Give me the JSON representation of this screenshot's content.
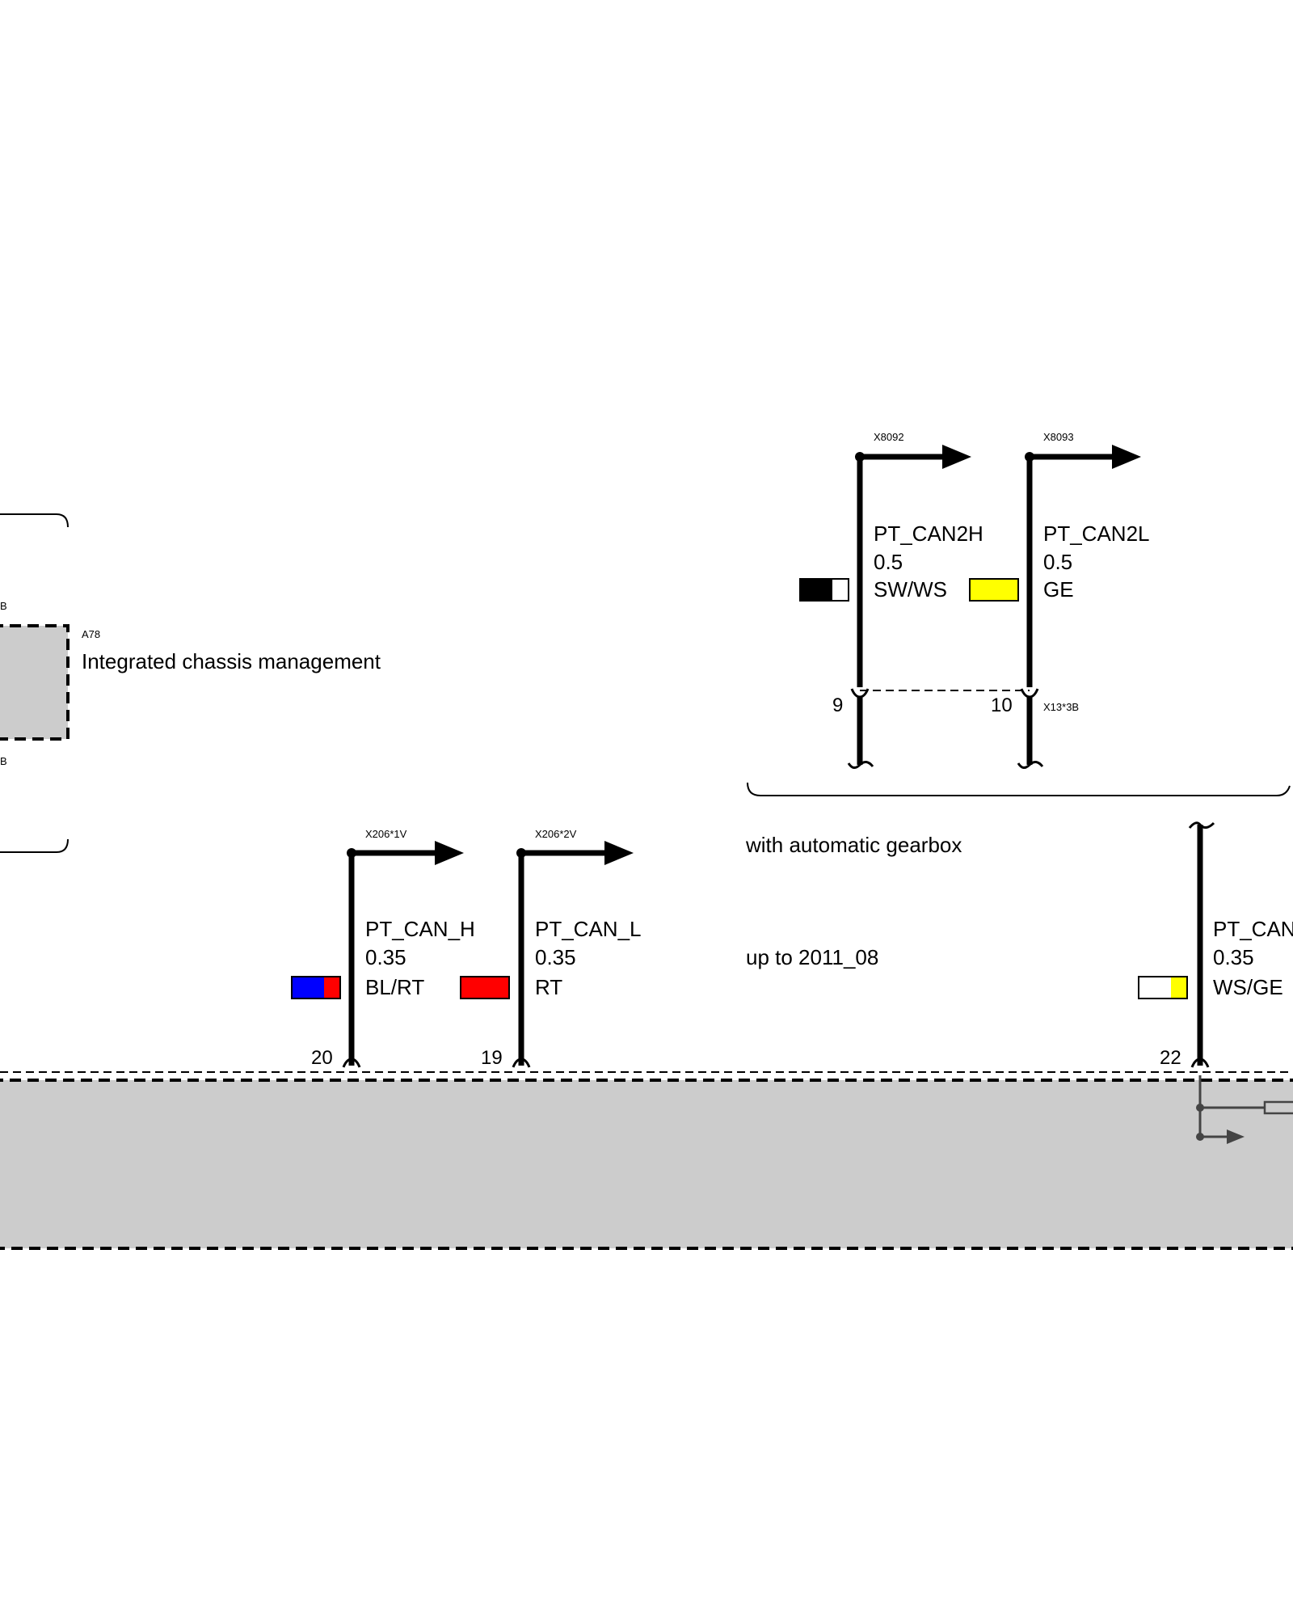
{
  "module": {
    "id": "A78",
    "name": "Integrated chassis management",
    "cut_label_top": "B",
    "cut_label_bottom": "B"
  },
  "connector_x13": "X13*3B",
  "wires": {
    "can2h": {
      "connector": "X8092",
      "signal": "PT_CAN2H",
      "size": "0.5",
      "color": "SW/WS",
      "pin": "9",
      "swatch": [
        "#000000",
        "#ffffff"
      ]
    },
    "can2l": {
      "connector": "X8093",
      "signal": "PT_CAN2L",
      "size": "0.5",
      "color": "GE",
      "pin": "10",
      "swatch": [
        "#ffff00",
        "#ffff00"
      ]
    },
    "canh": {
      "connector": "X206*1V",
      "signal": "PT_CAN_H",
      "size": "0.35",
      "color": "BL/RT",
      "pin": "20",
      "swatch": [
        "#0000ff",
        "#ff0000"
      ]
    },
    "canl": {
      "connector": "X206*2V",
      "signal": "PT_CAN_L",
      "size": "0.35",
      "color": "RT",
      "pin": "19",
      "swatch": [
        "#ff0000",
        "#ff0000"
      ]
    },
    "canr": {
      "signal": "PT_CAN",
      "size": "0.35",
      "color": "WS/GE",
      "pin": "22",
      "swatch": [
        "#ffffff",
        "#ffff00"
      ]
    }
  },
  "notes": {
    "gearbox": "with automatic gearbox",
    "date": "up to 2011_08"
  }
}
